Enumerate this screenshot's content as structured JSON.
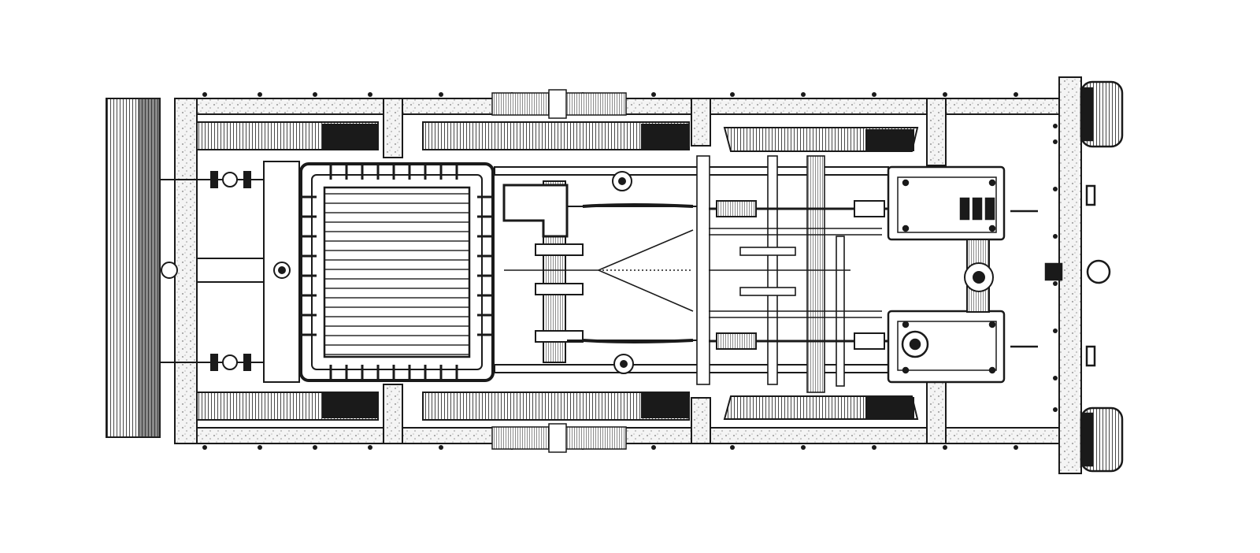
{
  "figure": {
    "subject": "locomotive-frame-plan-engraving",
    "ink_color": "#1a1a1a",
    "paper_color": "#ffffff",
    "hatch_color": "#2b2b2b",
    "parts": {
      "buffer_beam_rear": "hatched-timber",
      "firebox": "stayed-firebox-with-tubes",
      "driving_wheels": 3,
      "tie_bars": 4,
      "cylinders": 2,
      "buffers": 2,
      "coupling_hook": "center"
    }
  }
}
